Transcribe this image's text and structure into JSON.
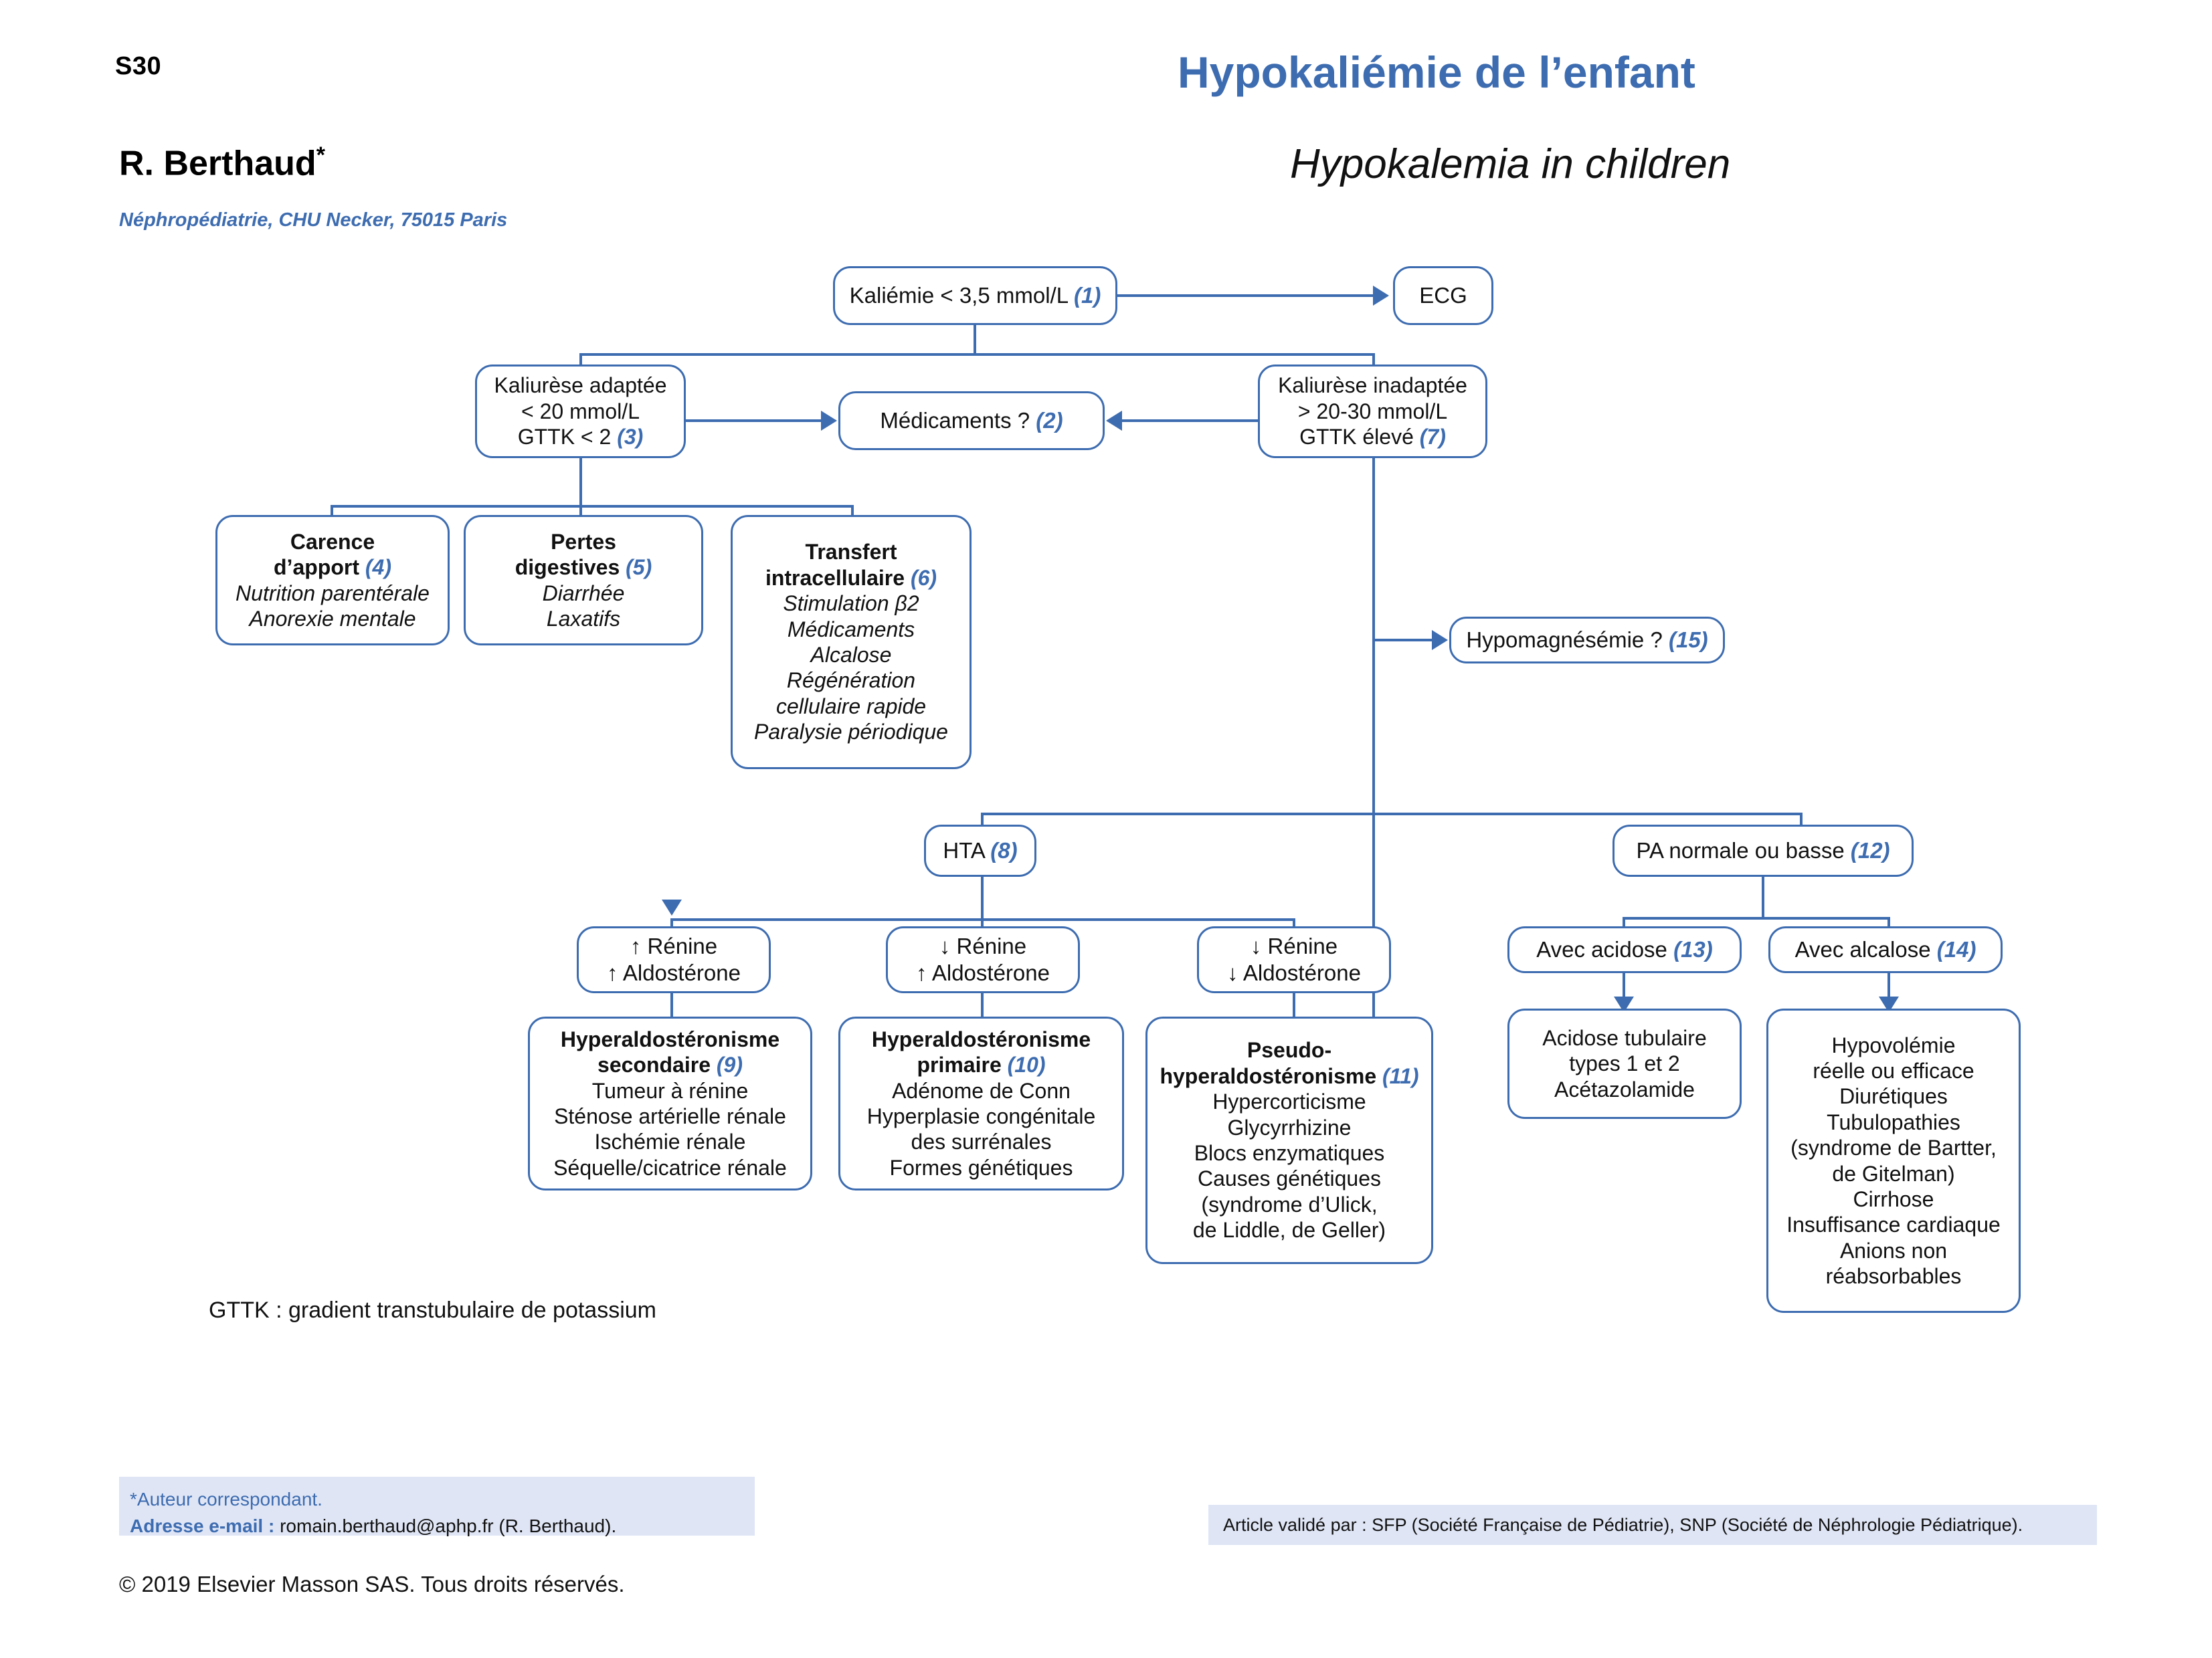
{
  "header": {
    "page_number": "S30",
    "author": "R. Berthaud",
    "author_mark": "*",
    "affiliation": "Néphropédiatrie, CHU Necker, 75015 Paris",
    "title_fr": "Hypokaliémie de l’enfant",
    "title_en": "Hypokalemia in children"
  },
  "colors": {
    "accent_blue": "#3d6cb0",
    "footer_band": "#dfe5f5",
    "text": "#111111"
  },
  "chart_data": {
    "type": "diagram",
    "title": "Hypokaliémie de l’enfant",
    "legend": "GTTK : gradient transtubulaire de potassium"
  },
  "nodes": {
    "kaliemie": {
      "line1": "Kaliémie < 3,5 mmol/L",
      "ref": "(1)"
    },
    "ecg": {
      "line1": "ECG"
    },
    "kaliurese_adaptee": {
      "line1": "Kaliurèse adaptée",
      "line2": "< 20 mmol/L",
      "line3": "GTTK < 2",
      "ref": "(3)"
    },
    "medicaments": {
      "line1": "Médicaments ?",
      "ref": "(2)"
    },
    "kaliurese_inadaptee": {
      "line1": "Kaliurèse inadaptée",
      "line2": "> 20-30 mmol/L",
      "line3": "GTTK élevé",
      "ref": "(7)"
    },
    "carence": {
      "title1": "Carence",
      "title2": "d’apport",
      "ref": "(4)",
      "items": [
        "Nutrition parentérale",
        "Anorexie mentale"
      ]
    },
    "pertes": {
      "title1": "Pertes",
      "title2": "digestives",
      "ref": "(5)",
      "items": [
        "Diarrhée",
        "Laxatifs"
      ]
    },
    "transfert": {
      "title1": "Transfert",
      "title2": "intracellulaire",
      "ref": "(6)",
      "items": [
        "Stimulation β2",
        "Médicaments",
        "Alcalose",
        "Régénération",
        "cellulaire rapide",
        "Paralysie périodique"
      ]
    },
    "hypomagnesemie": {
      "line1": "Hypomagnésémie ?",
      "ref": "(15)"
    },
    "hta": {
      "line1": "HTA",
      "ref": "(8)"
    },
    "pa_normale": {
      "line1": "PA normale ou basse",
      "ref": "(12)"
    },
    "renine_up_aldo_up": {
      "line1": "↑ Rénine",
      "line2": "↑ Aldostérone"
    },
    "renine_down_aldo_up": {
      "line1": "↓ Rénine",
      "line2": "↑ Aldostérone"
    },
    "renine_down_aldo_down": {
      "line1": "↓ Rénine",
      "line2": "↓ Aldostérone"
    },
    "hyperaldo_secondaire": {
      "title1": "Hyperaldostéronisme",
      "title2": "secondaire",
      "ref": "(9)",
      "items": [
        "Tumeur à rénine",
        "Sténose artérielle rénale",
        "Ischémie rénale",
        "Séquelle/cicatrice rénale"
      ]
    },
    "hyperaldo_primaire": {
      "title1": "Hyperaldostéronisme",
      "title2": "primaire",
      "ref": "(10)",
      "items": [
        "Adénome de Conn",
        "Hyperplasie congénitale",
        "des surrénales",
        "Formes génétiques"
      ]
    },
    "pseudo_hyperaldo": {
      "title1": "Pseudo-",
      "title2": "hyperaldostéronisme",
      "ref": "(11)",
      "items": [
        "Hypercorticisme",
        "Glycyrrhizine",
        "Blocs enzymatiques",
        "Causes génétiques",
        "(syndrome d’Ulick,",
        "de Liddle, de Geller)"
      ]
    },
    "avec_acidose": {
      "line1": "Avec acidose",
      "ref": "(13)"
    },
    "avec_alcalose": {
      "line1": "Avec alcalose",
      "ref": "(14)"
    },
    "acidose_details": {
      "items": [
        "Acidose tubulaire",
        "types 1 et 2",
        "Acétazolamide"
      ]
    },
    "alcalose_details": {
      "items": [
        "Hypovolémie",
        "réelle ou efficace",
        "Diurétiques",
        "Tubulopathies",
        "(syndrome de Bartter,",
        "de Gitelman)",
        "Cirrhose",
        "Insuffisance cardiaque",
        "Anions non",
        "réabsorbables"
      ]
    }
  },
  "legend": "GTTK : gradient transtubulaire de potassium",
  "footer": {
    "corresponding_author": "*Auteur correspondant.",
    "email_label": "Adresse e-mail :",
    "email_value": "romain.berthaud@aphp.fr (R. Berthaud).",
    "validation": "Article validé par : SFP (Société Française de Pédiatrie), SNP (Société de Néphrologie Pédiatrique).",
    "copyright": "© 2019 Elsevier Masson SAS. Tous droits réservés."
  }
}
